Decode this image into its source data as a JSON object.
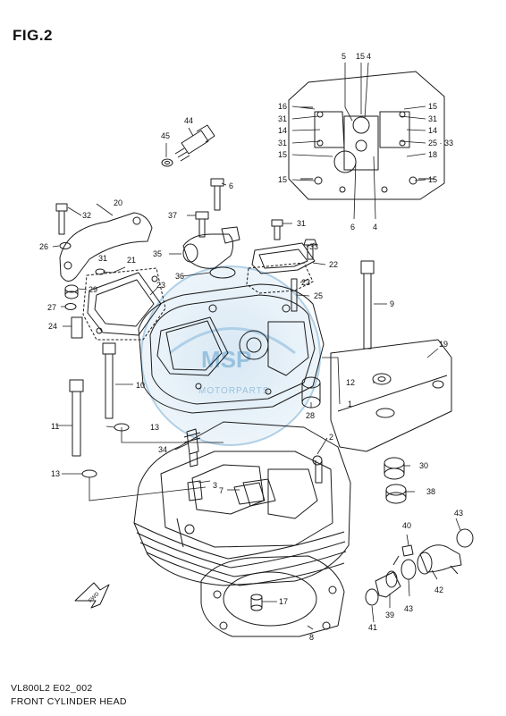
{
  "figure": {
    "title": "FIG.2",
    "model_code": "VL800L2 E02_002",
    "caption": "FRONT CYLINDER HEAD",
    "watermark": "MOTORPARTS",
    "direction_badge": "FWD"
  },
  "callouts": [
    "1",
    "2",
    "3",
    "4",
    "5",
    "6",
    "7",
    "8",
    "9",
    "10",
    "11",
    "12",
    "13",
    "14",
    "15",
    "16",
    "17",
    "18",
    "19",
    "20",
    "21",
    "22",
    "23",
    "24",
    "25",
    "26",
    "27",
    "28",
    "29",
    "30",
    "31",
    "32",
    "33",
    "34",
    "35",
    "36",
    "37",
    "38",
    "39",
    "40",
    "41",
    "42",
    "43",
    "44",
    "45",
    "25 · 33"
  ],
  "colors": {
    "line": "#1a1a1a",
    "watermark": "#7fb2d8"
  }
}
